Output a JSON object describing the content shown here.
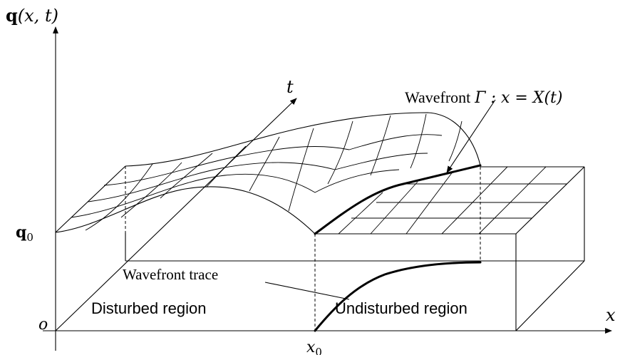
{
  "axes": {
    "y_label_bold": "q",
    "y_label_rest": "(x, t)",
    "x_label": "x",
    "t_label": "t",
    "origin_label": "o",
    "q0_bold": "q",
    "q0_sub": "0",
    "x0_main": "x",
    "x0_sub": "0"
  },
  "annotations": {
    "wavefront_label_text": "Wavefront",
    "wavefront_label_math": "Γ : x = X(t)",
    "wavefront_trace": "Wavefront trace",
    "disturbed_region": "Disturbed region",
    "undisturbed_region": "Undisturbed region"
  }
}
